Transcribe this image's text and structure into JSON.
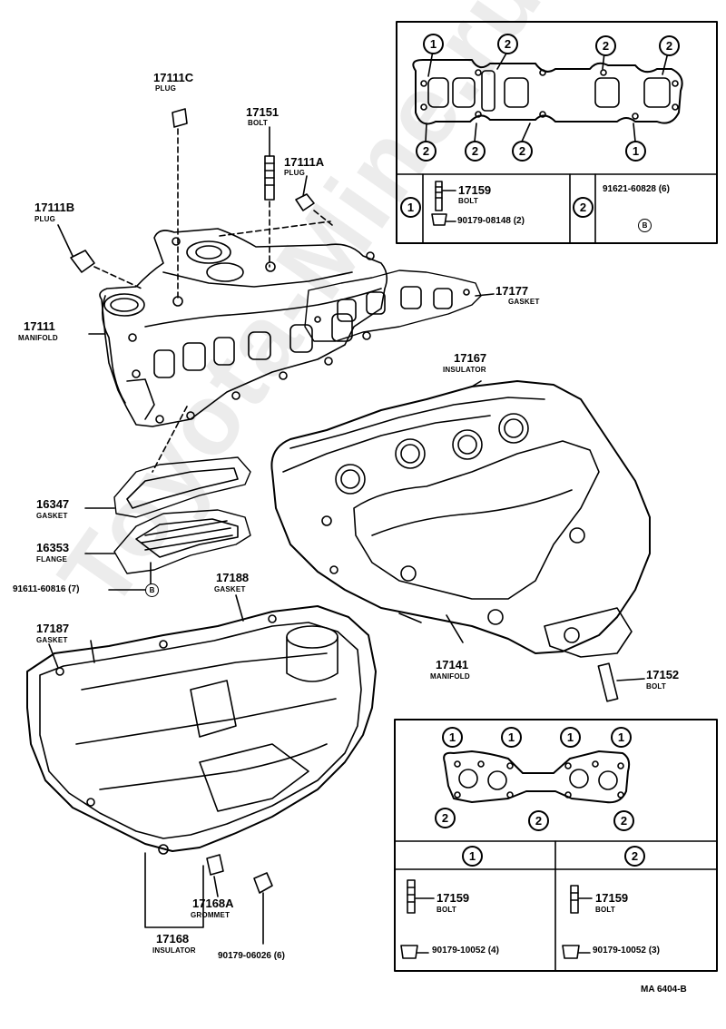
{
  "watermark": "Toyota-Mine.ru",
  "diagram_code": "MA 6404-B",
  "parts": {
    "p17111C": {
      "number": "17111C",
      "name": "PLUG"
    },
    "p17151": {
      "number": "17151",
      "name": "BOLT"
    },
    "p17111A": {
      "number": "17111A",
      "name": "PLUG"
    },
    "p17111B": {
      "number": "17111B",
      "name": "PLUG"
    },
    "p17111": {
      "number": "17111",
      "name": "MANIFOLD"
    },
    "p17177": {
      "number": "17177",
      "name": "GASKET"
    },
    "p17167": {
      "number": "17167",
      "name": "INSULATOR"
    },
    "p16347": {
      "number": "16347",
      "name": "GASKET"
    },
    "p16353": {
      "number": "16353",
      "name": "FLANGE"
    },
    "p91611": {
      "number": "91611-60816 (7)",
      "circle": "B"
    },
    "p17188": {
      "number": "17188",
      "name": "GASKET"
    },
    "p17187": {
      "number": "17187",
      "name": "GASKET"
    },
    "p17141": {
      "number": "17141",
      "name": "MANIFOLD"
    },
    "p17152": {
      "number": "17152",
      "name": "BOLT"
    },
    "p17168A": {
      "number": "17168A",
      "name": "GROMMET"
    },
    "p17168": {
      "number": "17168",
      "name": "INSULATOR"
    },
    "p90179_06026": {
      "number": "90179-06026 (6)"
    }
  },
  "box_top": {
    "callouts_top": [
      "1",
      "2",
      "2",
      "2"
    ],
    "callouts_bottom": [
      "2",
      "2",
      "2",
      "1"
    ],
    "legend": {
      "c1": "1",
      "bolt_number": "17159",
      "bolt_name": "BOLT",
      "nut_number": "90179-08148 (2)",
      "c2": "2",
      "stud_number": "91621-60828 (6)",
      "stud_circle": "B"
    }
  },
  "box_bottom": {
    "callouts_top": [
      "1",
      "1",
      "1",
      "1"
    ],
    "callouts_bottom": [
      "2",
      "2",
      "2"
    ],
    "col1": {
      "header": "1",
      "bolt_number": "17159",
      "bolt_name": "BOLT",
      "nut_number": "90179-10052 (4)"
    },
    "col2": {
      "header": "2",
      "bolt_number": "17159",
      "bolt_name": "BOLT",
      "nut_number": "90179-10052 (3)"
    }
  }
}
